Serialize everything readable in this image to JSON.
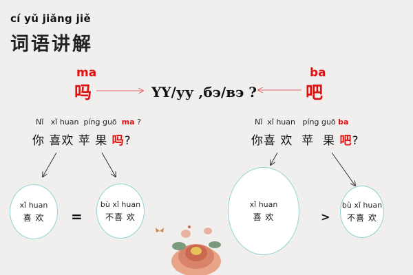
{
  "header": {
    "pinyin": "cí  yǔ  jiǎng jiě",
    "hanzi": "词语讲解"
  },
  "particles": {
    "ma": {
      "pinyin": "ma",
      "hanzi": "吗"
    },
    "ba": {
      "pinyin": "ba",
      "hanzi": "吧"
    }
  },
  "question": "YY/уу ,бэ/вэ ?",
  "left": {
    "pinyin_main": "Nǐ   xǐ huan  píng guō",
    "pinyin_particle": "ma",
    "pinyin_q": "?",
    "hanzi_main": "你 喜欢 苹 果",
    "hanzi_particle": "吗",
    "hanzi_q": "?",
    "bubble1": {
      "pinyin": "xǐ huan",
      "hanzi": "喜 欢"
    },
    "operator": "=",
    "bubble2": {
      "pinyin": "bù xǐ huan",
      "hanzi": "不喜 欢"
    }
  },
  "right": {
    "pinyin_main": "Nǐ  xǐ huan   píng guō",
    "pinyin_particle": "ba",
    "hanzi_main": "你喜 欢  苹  果",
    "hanzi_particle": "吧",
    "hanzi_q": "?",
    "bubble1": {
      "pinyin": "xǐ huan",
      "hanzi": "喜 欢"
    },
    "operator": ">",
    "bubble2": {
      "pinyin": "bù xǐ huan",
      "hanzi": "不喜 欢"
    }
  },
  "colors": {
    "accent": "#e11010",
    "bubble_border": "#8fd3d3",
    "background": "#f1efed"
  }
}
